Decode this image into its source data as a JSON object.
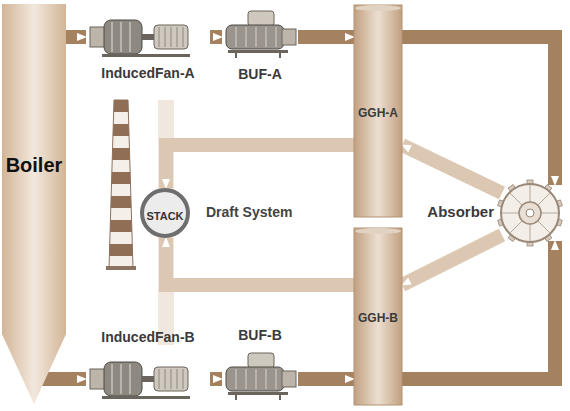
{
  "diagram": {
    "nodes": [
      {
        "text": [
          "Boiler"
        ]
      },
      {
        "text": [
          "InducedFan-A"
        ]
      },
      {
        "text": [
          "BUF-A"
        ]
      },
      {
        "text": [
          "GGH-A"
        ]
      },
      {
        "text": [
          "STACK"
        ]
      },
      {
        "text": [
          "Absorber"
        ]
      },
      {
        "text": [
          "GGH-B"
        ]
      },
      {
        "text": [
          "InducedFan-B"
        ]
      },
      {
        "text": [
          "BUF-B"
        ]
      }
    ],
    "edges": [
      {
        "from": 0,
        "to": 1,
        "arrow": "to"
      },
      {
        "from": 1,
        "to": 2,
        "arrow": "to"
      },
      {
        "from": 2,
        "to": 3,
        "arrow": "to"
      },
      {
        "from": 3,
        "to": 5,
        "arrow": "to"
      },
      {
        "from": 5,
        "to": 3,
        "arrow": "to"
      },
      {
        "from": 3,
        "to": 4,
        "arrow": "to"
      },
      {
        "from": 0,
        "to": 7,
        "arrow": "to"
      },
      {
        "from": 7,
        "to": 8,
        "arrow": "to"
      },
      {
        "from": 8,
        "to": 6,
        "arrow": "to"
      },
      {
        "from": 6,
        "to": 5,
        "arrow": "to"
      },
      {
        "from": 5,
        "to": 6,
        "arrow": "to"
      },
      {
        "from": 6,
        "to": 4,
        "arrow": "to"
      }
    ],
    "labels": [
      "Draft System"
    ]
  }
}
